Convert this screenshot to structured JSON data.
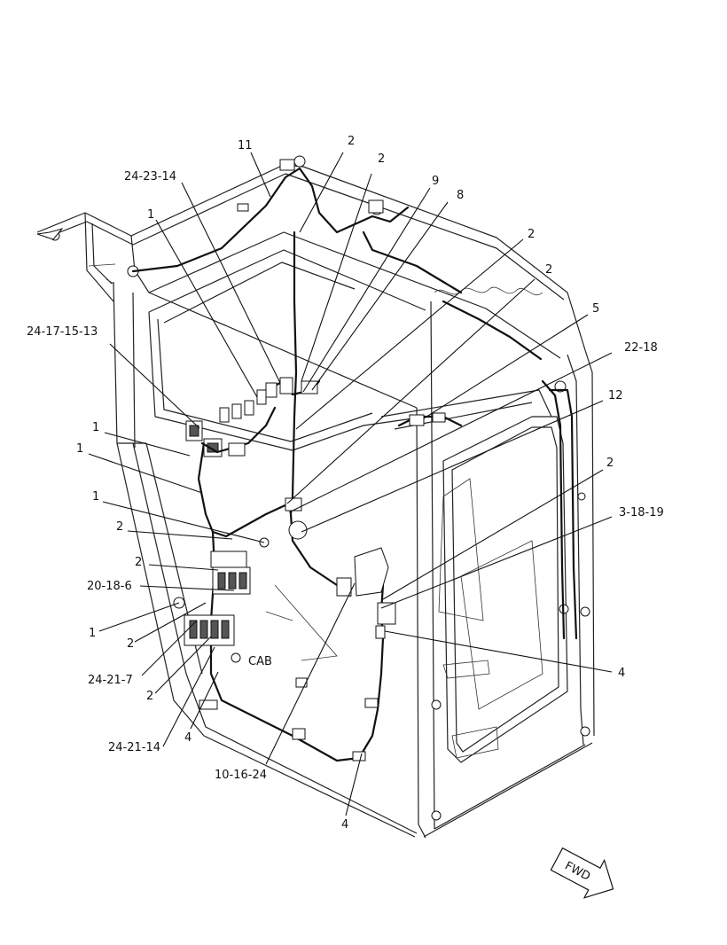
{
  "callouts": [
    {
      "id": "c11",
      "text": "11"
    },
    {
      "id": "c2a",
      "text": "2"
    },
    {
      "id": "c2b",
      "text": "2"
    },
    {
      "id": "c24-23-14",
      "text": "24-23-14"
    },
    {
      "id": "c9",
      "text": "9"
    },
    {
      "id": "c8",
      "text": "8"
    },
    {
      "id": "c1a",
      "text": "1"
    },
    {
      "id": "c2c",
      "text": "2"
    },
    {
      "id": "c2d",
      "text": "2"
    },
    {
      "id": "c5",
      "text": "5"
    },
    {
      "id": "c24-17-15-13",
      "text": "24-17-15-13"
    },
    {
      "id": "c22-18",
      "text": "22-18"
    },
    {
      "id": "c12",
      "text": "12"
    },
    {
      "id": "c1b",
      "text": "1"
    },
    {
      "id": "c1c",
      "text": "1"
    },
    {
      "id": "c2e",
      "text": "2"
    },
    {
      "id": "c1d",
      "text": "1"
    },
    {
      "id": "c3-18-19",
      "text": "3-18-19"
    },
    {
      "id": "c2f",
      "text": "2"
    },
    {
      "id": "c2g",
      "text": "2"
    },
    {
      "id": "c20-18-6",
      "text": "20-18-6"
    },
    {
      "id": "c1e",
      "text": "1"
    },
    {
      "id": "c2h",
      "text": "2"
    },
    {
      "id": "c4a",
      "text": "4"
    },
    {
      "id": "c24-21-7",
      "text": "24-21-7"
    },
    {
      "id": "c2i",
      "text": "2"
    },
    {
      "id": "c4b",
      "text": "4"
    },
    {
      "id": "c24-21-14",
      "text": "24-21-14"
    },
    {
      "id": "c10-16-24",
      "text": "10-16-24"
    },
    {
      "id": "c4c",
      "text": "4"
    }
  ],
  "cab_label": "CAB",
  "fwd_label": "FWD"
}
